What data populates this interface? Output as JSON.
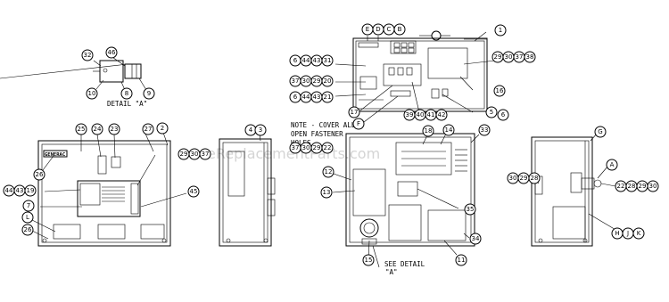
{
  "notes": {
    "detail_label": "DETAIL \"A\"",
    "note_line1": "NOTE - COVER ALL",
    "note_line2": "OPEN FASTENER",
    "note_line3": "HOLES",
    "see_detail_line1": "SEE DETAIL",
    "see_detail_line2": "\"A\"",
    "brand_label": "GENERAC",
    "watermark": "eReplacementParts.com"
  },
  "callouts": {
    "c32": "32",
    "c46": "46",
    "c10": "10",
    "c8": "8",
    "c9": "9",
    "cE": "E",
    "cD": "D",
    "cC": "C",
    "cB": "B",
    "c1": "1",
    "c6a": "6",
    "c44a": "44",
    "c43a": "43",
    "c31": "31",
    "c37a": "37",
    "c30a": "30",
    "c29a": "29",
    "c20": "20",
    "c6b": "6",
    "c44b": "44",
    "c43b": "43",
    "c21": "21",
    "c17": "17",
    "cF": "F",
    "c39": "39",
    "c40": "40",
    "c41": "41",
    "c42": "42",
    "c5": "5",
    "c6c": "6",
    "c29b": "29",
    "c30b": "30",
    "c37b": "37",
    "c38a": "38",
    "c16": "16",
    "c25": "25",
    "c24": "24",
    "c23": "23",
    "c27": "27",
    "c2": "2",
    "c26a": "26",
    "c29c": "29",
    "c30c": "30",
    "c37c": "37",
    "c44c": "44",
    "c43c": "43",
    "c19": "19",
    "c7": "7",
    "c45": "45",
    "cL": "L",
    "c26b": "26",
    "c4": "4",
    "c3": "3",
    "c37d": "37",
    "c30d": "30",
    "c29d": "29",
    "c22": "22",
    "c18": "18",
    "c14": "14",
    "c33": "33",
    "c12": "12",
    "c13": "13",
    "c35": "35",
    "c34": "34",
    "c11": "11",
    "c15": "15",
    "cG": "G",
    "cA": "A",
    "c30e": "30",
    "c29e": "29",
    "c28a": "28",
    "c22b": "22",
    "c28b": "28",
    "c29f": "29",
    "c30f": "30",
    "cH": "H",
    "cJ": "J",
    "cK": "K"
  }
}
